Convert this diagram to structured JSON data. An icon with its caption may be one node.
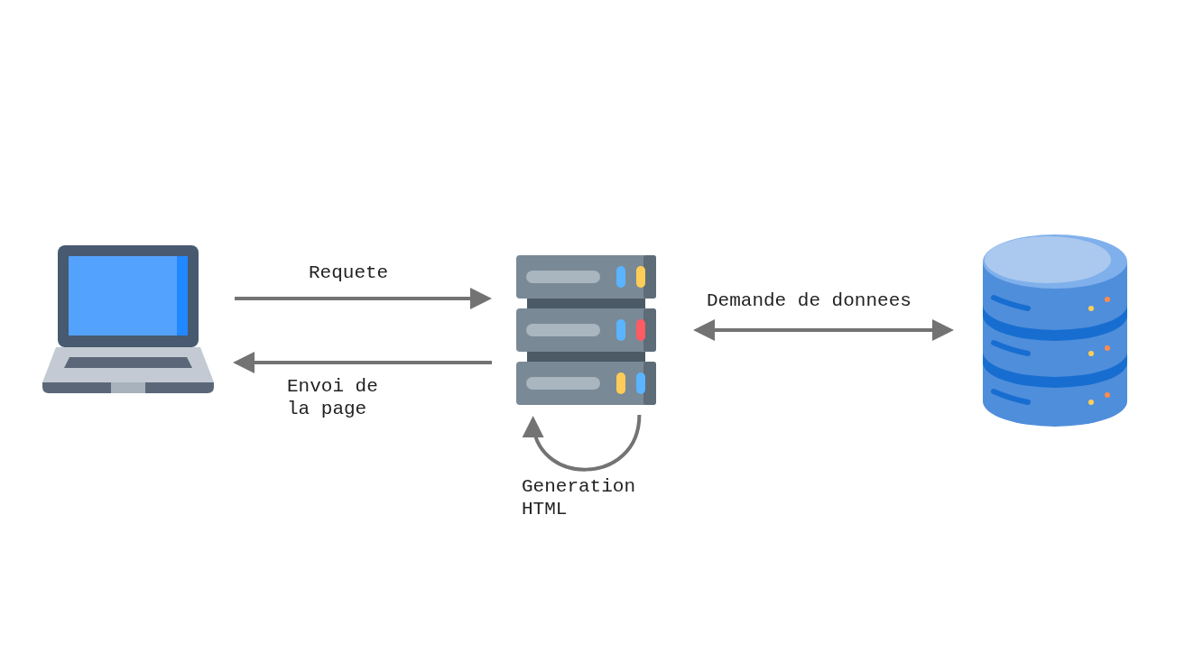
{
  "diagram": {
    "nodes": [
      {
        "text": [],
        "shape": "picture"
      },
      {
        "text": [],
        "shape": "picture"
      },
      {
        "text": [],
        "shape": "picture"
      }
    ],
    "edges": [
      {
        "from": 0,
        "to": 1,
        "arrow": "to",
        "label": "Requete"
      },
      {
        "from": 1,
        "to": 0,
        "arrow": "to",
        "label": "Envoi de la page"
      },
      {
        "from": 1,
        "to": 2,
        "arrow": "both",
        "label": "Demande de donnees"
      },
      {
        "from": 1,
        "to": 1,
        "arrow": "to",
        "label": "Generation HTML"
      }
    ]
  }
}
